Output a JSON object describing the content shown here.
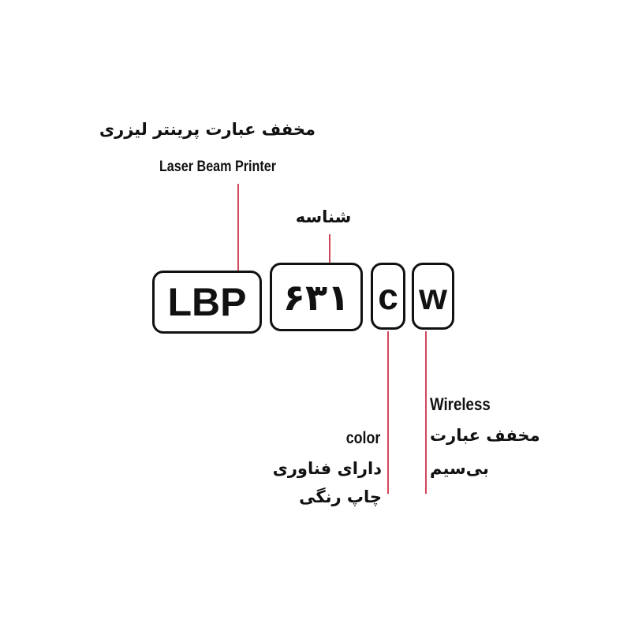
{
  "labels": {
    "lbp_persian": "مخفف عبارت پرینتر لیزری",
    "lbp_english": "Laser Beam Printer",
    "id_persian": "شناسه",
    "color_english": "color",
    "color_persian_line1": "دارای فناوری",
    "color_persian_line2": "چاپ رنگی",
    "wireless_english": "Wireless",
    "wireless_persian_line1": "مخفف عبارت",
    "wireless_persian_line2": "بی‌سیم"
  },
  "boxes": {
    "lbp": "LBP",
    "number": "۶۳۱",
    "c": "c",
    "w": "w"
  },
  "colors": {
    "connector": "#d2465a",
    "text": "#111111"
  }
}
